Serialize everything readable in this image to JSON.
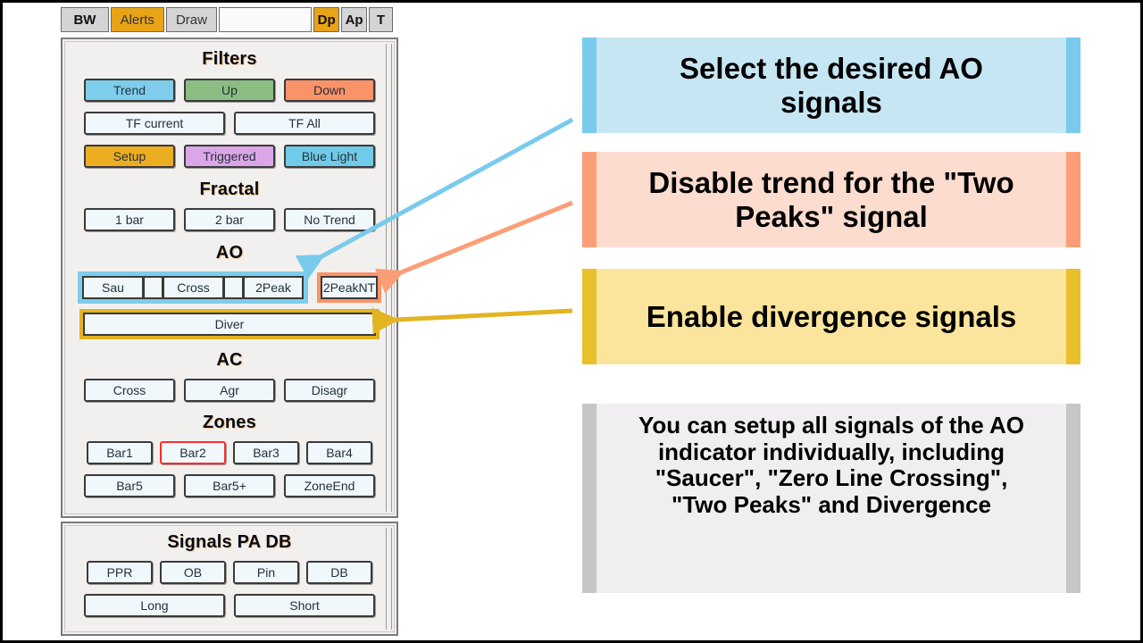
{
  "toolbar": {
    "buttons": [
      {
        "label": "BW",
        "state": "inactive",
        "bold": true
      },
      {
        "label": "Alerts",
        "state": "active",
        "bold": false
      },
      {
        "label": "Draw",
        "state": "inactive",
        "bold": false
      },
      {
        "label": "",
        "state": "blank",
        "bold": false
      },
      {
        "label": "Dp",
        "state": "active",
        "bold": true
      },
      {
        "label": "Ap",
        "state": "inactive",
        "bold": true
      },
      {
        "label": "T",
        "state": "inactive",
        "bold": true
      }
    ]
  },
  "panel": {
    "sections": {
      "filters": {
        "title": "Filters",
        "row1": [
          {
            "label": "Trend",
            "color": "teal"
          },
          {
            "label": "Up",
            "color": "green"
          },
          {
            "label": "Down",
            "color": "orange"
          }
        ],
        "row2": [
          {
            "label": "TF current",
            "color": "plain"
          },
          {
            "label": "TF All",
            "color": "plain"
          }
        ],
        "row3": [
          {
            "label": "Setup",
            "color": "gold"
          },
          {
            "label": "Triggered",
            "color": "purple"
          },
          {
            "label": "Blue Light",
            "color": "cyan"
          }
        ]
      },
      "fractal": {
        "title": "Fractal",
        "row1": [
          {
            "label": "1 bar",
            "color": "plain"
          },
          {
            "label": "2 bar",
            "color": "plain"
          },
          {
            "label": "No Trend",
            "color": "plain"
          }
        ]
      },
      "ao": {
        "title": "AO",
        "highlighted_group": [
          "Sau",
          "",
          "Cross",
          "",
          "2Peak"
        ],
        "nt_button": "2PeakNT",
        "diver_button": "Diver",
        "highlight_colors": {
          "group": "#79cbeb",
          "nt": "#fb9e78",
          "diver": "#e3b422"
        }
      },
      "ac": {
        "title": "AC",
        "row1": [
          {
            "label": "Cross",
            "color": "plain"
          },
          {
            "label": "Agr",
            "color": "plain"
          },
          {
            "label": "Disagr",
            "color": "plain"
          }
        ]
      },
      "zones": {
        "title": "Zones",
        "row1": [
          {
            "label": "Bar1",
            "color": "plain",
            "selected": false
          },
          {
            "label": "Bar2",
            "color": "redline",
            "selected": true
          },
          {
            "label": "Bar3",
            "color": "plain",
            "selected": false
          },
          {
            "label": "Bar4",
            "color": "plain",
            "selected": false
          }
        ],
        "row2": [
          {
            "label": "Bar5",
            "color": "plain"
          },
          {
            "label": "Bar5+",
            "color": "plain"
          },
          {
            "label": "ZoneEnd",
            "color": "plain"
          }
        ]
      },
      "signals": {
        "title": "Signals PA DB",
        "row1": [
          {
            "label": "PPR",
            "color": "plain"
          },
          {
            "label": "OB",
            "color": "plain"
          },
          {
            "label": "Pin",
            "color": "plain"
          },
          {
            "label": "DB",
            "color": "plain"
          }
        ],
        "row2": [
          {
            "label": "Long",
            "color": "plain"
          },
          {
            "label": "Short",
            "color": "plain"
          }
        ]
      }
    }
  },
  "callouts": [
    {
      "id": "callout-1",
      "text": "Select the desired AO signals",
      "accent": "#79cbeb",
      "fill": "#c7e6f4"
    },
    {
      "id": "callout-2",
      "text": "Disable trend for the \"Two Peaks\" signal",
      "accent": "#fb9e78",
      "fill": "#fbdcce"
    },
    {
      "id": "callout-3",
      "text": "Enable divergence signals",
      "accent": "#e9c02c",
      "fill": "#fbe59c"
    },
    {
      "id": "callout-4",
      "text": "You can setup all signals of the AO indicator individually, including \"Saucer\", \"Zero Line Crossing\", \"Two Peaks\" and Divergence",
      "accent": "#c6c6c6",
      "fill": "#f0eef0"
    }
  ],
  "arrows": [
    {
      "name": "arrow-to-ao-group",
      "color": "#79cbeb"
    },
    {
      "name": "arrow-to-2peaknt",
      "color": "#fb9e78"
    },
    {
      "name": "arrow-to-diver",
      "color": "#e3b422"
    }
  ]
}
